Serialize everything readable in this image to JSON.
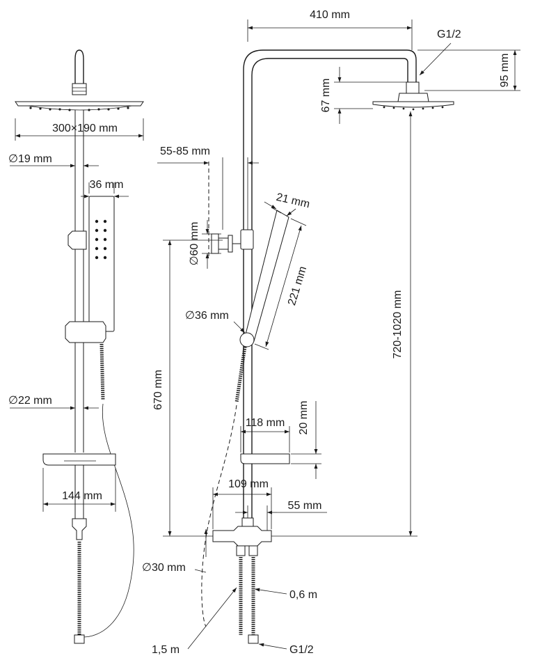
{
  "labels": {
    "front_head_size": "300×190 mm",
    "front_pipe_diam": "∅19 mm",
    "front_handshower_width": "36 mm",
    "front_bar_diam": "∅22 mm",
    "front_shelf_width": "144 mm",
    "side_arm_reach": "410 mm",
    "side_connector": "G1/2",
    "side_head_drop": "95 mm",
    "side_head_height": "67 mm",
    "side_wall_distance": "55-85 mm",
    "side_bracket_diam": "∅60 mm",
    "side_handshower_width": "21 mm",
    "side_handshower_length": "221 mm",
    "side_holder_diam": "∅36 mm",
    "side_adjustable_height": "720-1020 mm",
    "side_mixer_height": "670 mm",
    "side_shelf_depth": "118 mm",
    "side_shelf_height": "20 mm",
    "side_mixer_depth": "109 mm",
    "side_mixer_offset": "55 mm",
    "side_outlet_diam": "∅30 mm",
    "side_short_hose": "0,6 m",
    "side_long_hose": "1,5 m",
    "side_inlet_thread": "G1/2"
  }
}
